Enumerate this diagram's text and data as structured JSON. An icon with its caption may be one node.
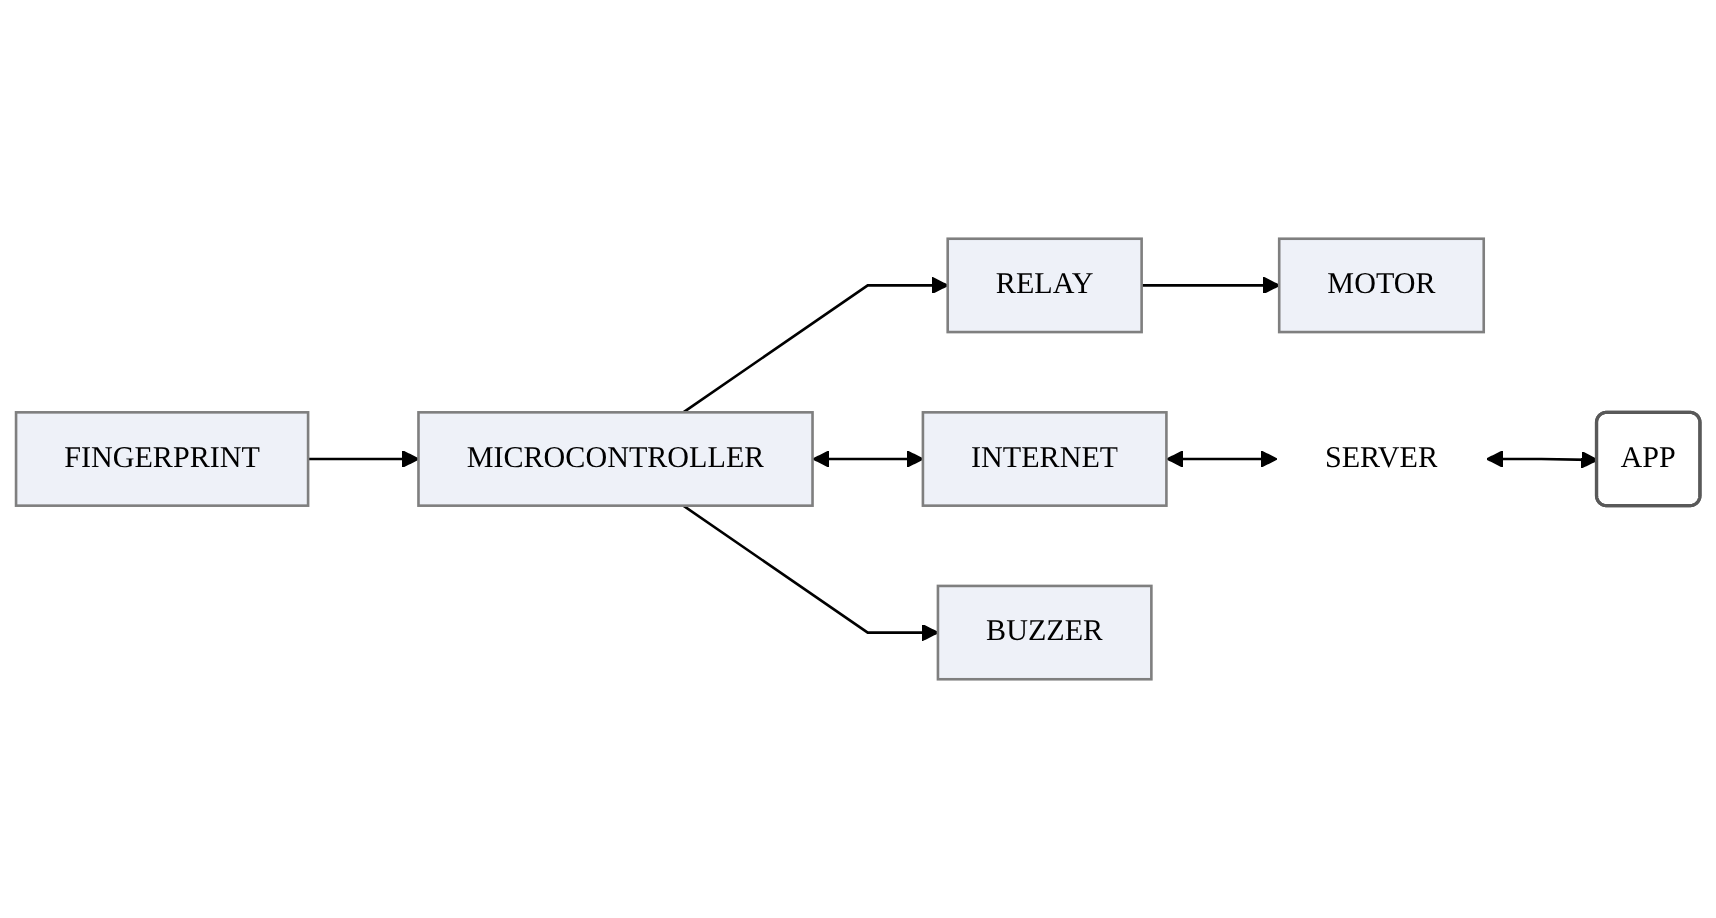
{
  "diagram": {
    "nodes": [
      {
        "text": [
          "MOTOR"
        ]
      },
      {
        "text": [
          "FINGERPRINT"
        ]
      },
      {
        "text": [
          "APP"
        ]
      },
      {
        "text": [
          "RELAY"
        ]
      },
      {
        "text": [
          "MICROCONTROLLER"
        ]
      },
      {
        "text": [
          "INTERNET"
        ]
      },
      {
        "text": [
          "SERVER"
        ]
      },
      {
        "text": [
          "BUZZER"
        ]
      }
    ],
    "edges": [
      {
        "from": 3,
        "to": 0,
        "arrow": "to"
      },
      {
        "from": 1,
        "to": 4,
        "arrow": "to"
      },
      {
        "from": 6,
        "to": 2,
        "arrow": "both"
      },
      {
        "from": 4,
        "to": 3,
        "arrow": "to"
      },
      {
        "from": 4,
        "to": 5,
        "arrow": "both"
      },
      {
        "from": 5,
        "to": 6,
        "arrow": "both"
      },
      {
        "from": 4,
        "to": 7,
        "arrow": "to"
      }
    ]
  }
}
